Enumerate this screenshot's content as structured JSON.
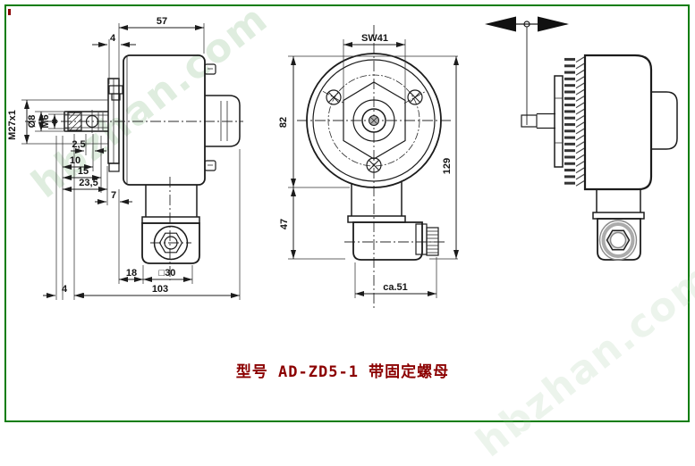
{
  "frame": {
    "border_color": "#0a7d0a"
  },
  "watermarks": {
    "text": "hbzhan.com"
  },
  "caption": {
    "text": "型号 AD-ZD5-1 带固定螺母",
    "color": "#8b0000"
  },
  "side_view": {
    "dims": {
      "d57": "57",
      "d4_flange": "4",
      "m27": "M27x1",
      "d8": "Ø8",
      "m6": "M6",
      "d2_5": "2,5",
      "d10": "10",
      "d15": "15",
      "d23_5": "23,5",
      "d7": "7",
      "d18": "18",
      "sq30": "□30",
      "d103": "103",
      "d4_shaft": "4"
    }
  },
  "front_view": {
    "dims": {
      "sw41": "SW41",
      "d82": "82",
      "d47": "47",
      "d129": "129",
      "ca51": "ca.51"
    }
  },
  "rear_view": {
    "icons": {
      "rotation_arrows": "left-right-solid-arrows"
    }
  }
}
